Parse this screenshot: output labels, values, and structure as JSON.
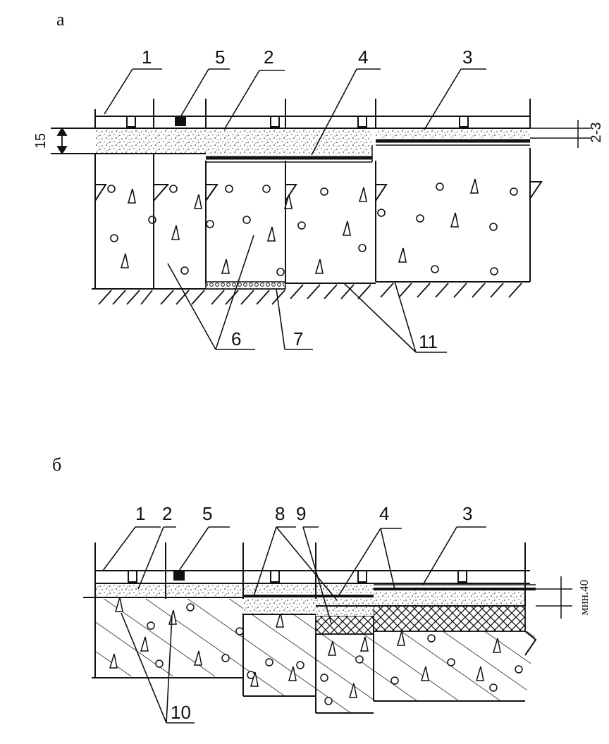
{
  "panel_a": {
    "letter": "а",
    "callouts": {
      "c1": "1",
      "c5": "5",
      "c2": "2",
      "c4": "4",
      "c3": "3",
      "c6": "6",
      "c7": "7",
      "c11": "11"
    },
    "dim_left": "15",
    "dim_right": "2-3"
  },
  "panel_b": {
    "letter": "б",
    "callouts": {
      "c1": "1",
      "c2": "2",
      "c5": "5",
      "c8": "8",
      "c9": "9",
      "c4": "4",
      "c3": "3",
      "c10": "10"
    },
    "dim_right": "мин.40"
  }
}
